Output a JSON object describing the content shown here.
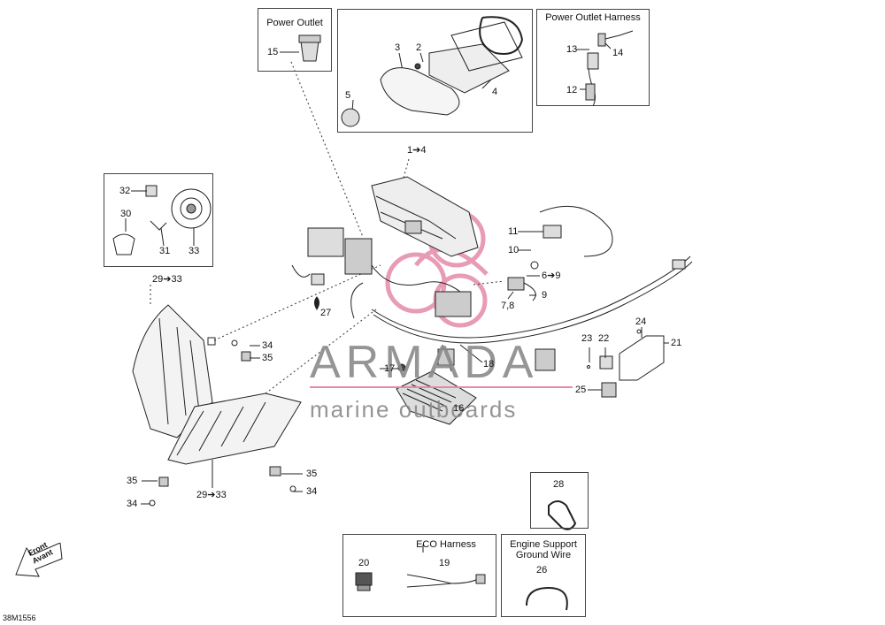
{
  "diagram": {
    "code": "38M1556",
    "front_label": [
      "Front",
      "Avant"
    ],
    "watermark": {
      "brand": "ARMADA",
      "tagline": "marine outboards",
      "accent": "#e48aa8",
      "text_color": "#8a8a8a"
    },
    "insets": {
      "power_outlet": {
        "title": "Power Outlet"
      },
      "harness": {
        "title": "Power Outlet Harness"
      },
      "eco": {
        "title": "ECO Harness"
      },
      "ground": {
        "title": "Engine Support\nGround Wire"
      }
    },
    "labels": {
      "p15": "15",
      "p3": "3",
      "p2": "2",
      "p5": "5",
      "p4": "4",
      "p1_4": "1➔4",
      "p13": "13",
      "p14": "14",
      "p12": "12",
      "p32": "32",
      "p30": "30",
      "p31": "31",
      "p33": "33",
      "p29_33a": "29➔33",
      "p11": "11",
      "p10": "10",
      "p6_9": "6➔9",
      "p9": "9",
      "p7_8": "7,8",
      "p27": "27",
      "p34a": "34",
      "p35a": "35",
      "p17": "17",
      "p16": "16",
      "p18": "18",
      "p24": "24",
      "p23": "23",
      "p22": "22",
      "p21": "21",
      "p25": "25",
      "p35b": "35",
      "p34b": "34",
      "p35c": "35",
      "p34c": "34",
      "p29_33b": "29➔33",
      "p28": "28",
      "p20": "20",
      "p19": "19",
      "p26": "26"
    }
  }
}
